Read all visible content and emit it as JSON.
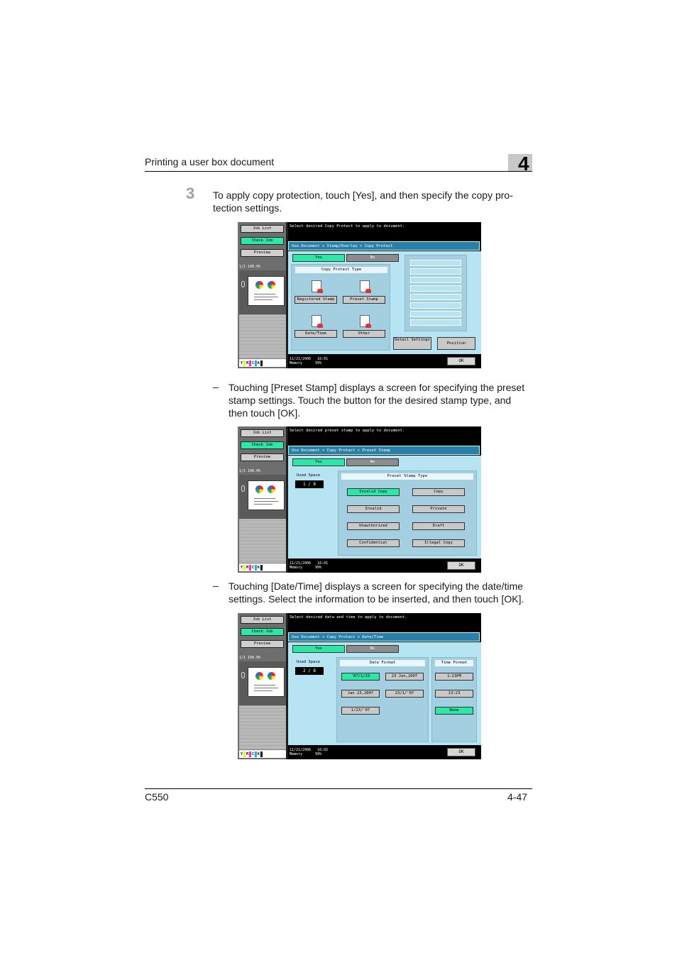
{
  "header": {
    "title": "Printing a user box document",
    "chapter": "4"
  },
  "step": {
    "number": "3",
    "text": "To apply copy protection, touch [Yes], and then specify the copy pro-tection settings."
  },
  "bullets": [
    {
      "dash": "–",
      "text": "Touching [Preset Stamp] displays a screen for specifying the preset stamp settings. Touch the button for the desired stamp type, and then touch [OK]."
    },
    {
      "dash": "–",
      "text": "Touching [Date/Time] displays a screen for specifying the date/time settings. Select the information to be inserted, and then touch [OK]."
    }
  ],
  "footer": {
    "model": "C550",
    "page": "4-47"
  },
  "common": {
    "job_list": "Job List",
    "check_job": "Check Job",
    "preview": "Preview",
    "status": "1/1  100.0%",
    "memory_label": "Memory",
    "memory_value": "99%",
    "date": "11/21/2006",
    "yes": "Yes",
    "no": "No",
    "ok": "OK",
    "used_space": "Used Space",
    "toner": [
      "Y",
      "M",
      "C",
      "K"
    ]
  },
  "screen1": {
    "message": "Select desired Copy Protect to apply to document.",
    "breadcrumb": "Use Document > Stamp/Overlay > Copy Protect",
    "time": "16:01",
    "panel_title": "Copy Protect Type",
    "buttons": [
      "Registered Stamp",
      "Preset Stamp",
      "Date/Time",
      "Other"
    ],
    "detail": "Detail Settings",
    "position": "Position"
  },
  "screen2": {
    "message": "Select desired preset stamp to apply to document.",
    "breadcrumb": "Use Document > Copy Protect > Preset Stamp",
    "time": "16:01",
    "counter": "1  /  8",
    "panel_title": "Preset Stamp Type",
    "stamps": [
      "Invalid Copy",
      "Copy",
      "Invalid",
      "Private",
      "Unauthorized",
      "Draft",
      "Confidential",
      "Illegal Copy"
    ]
  },
  "screen3": {
    "message": "Select desired data and time to apply to document.",
    "breadcrumb": "Use Document > Copy Protect > Date/Time",
    "time": "16:02",
    "counter": "2  /  8",
    "date_title": "Date Format",
    "time_title": "Time Format",
    "date_formats": [
      "'07/1/23",
      "23 Jan,2007",
      "Jan 23,2007",
      "23/1/'07",
      "1/23/'07"
    ],
    "time_formats": [
      "1:23PM",
      "13:23",
      "None"
    ]
  }
}
